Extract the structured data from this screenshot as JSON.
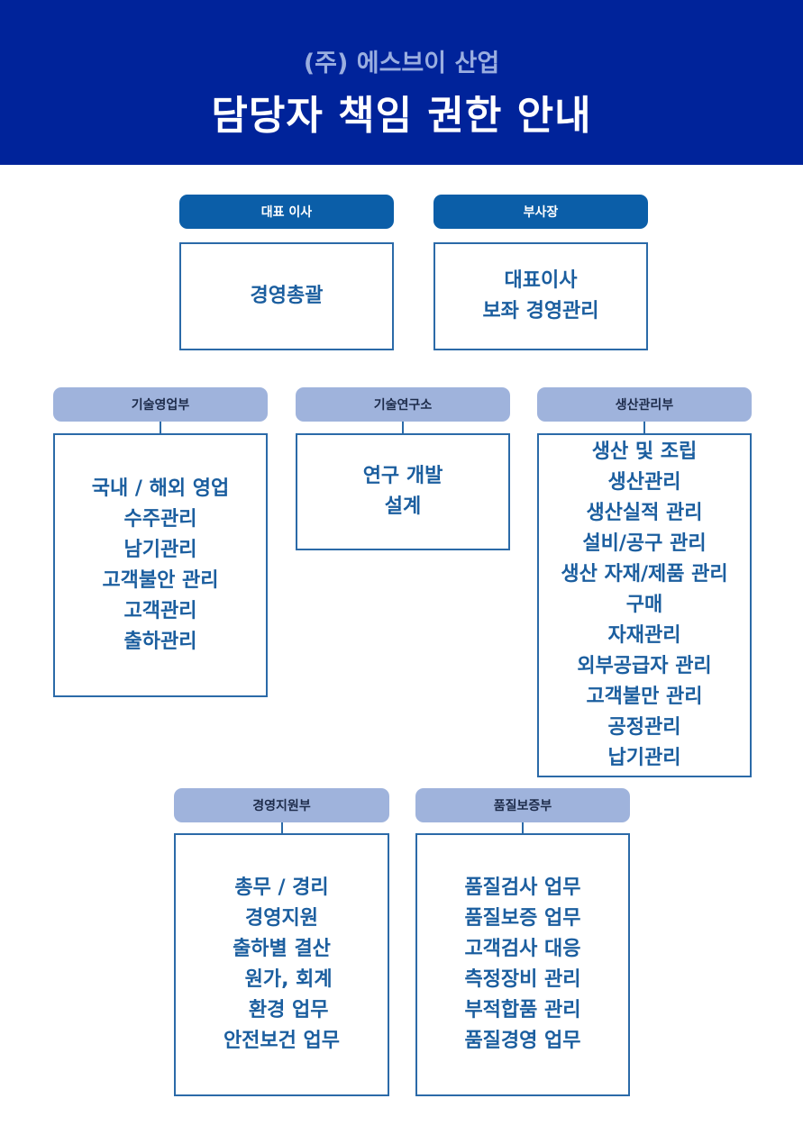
{
  "header": {
    "company": "(주) 에스브이 산업",
    "title": "담당자 책임 권한 안내"
  },
  "colors": {
    "header_bg": "#00239a",
    "top_badge": "#0b5ea8",
    "dept_badge": "#9fb3dc",
    "text": "#1b5e9f"
  },
  "executives": [
    {
      "role": "대표 이사",
      "duties": [
        "경영총괄"
      ]
    },
    {
      "role": "부사장",
      "duties": [
        "대표이사",
        "보좌 경영관리"
      ]
    }
  ],
  "departments": [
    {
      "name": "기술영업부",
      "duties": [
        "국내 / 해외 영업",
        "수주관리",
        "남기관리",
        "고객불안 관리",
        "고객관리",
        "출하관리"
      ]
    },
    {
      "name": "기술연구소",
      "duties": [
        "연구 개발",
        "설계"
      ]
    },
    {
      "name": "생산관리부",
      "duties": [
        "생산 및 조립",
        "생산관리",
        "생산실적 관리",
        "설비/공구 관리",
        "생산 자재/제품 관리",
        "구매",
        "자재관리",
        "외부공급자 관리",
        "고객불만 관리",
        "공정관리",
        "납기관리"
      ]
    },
    {
      "name": "경영지원부",
      "duties": [
        "총무 / 경리",
        "경영지원",
        "출하별 결산",
        "  원가, 회계",
        "  환경 업무",
        "안전보건 업무"
      ]
    },
    {
      "name": "품질보증부",
      "duties": [
        "품질검사 업무",
        "품질보증 업무",
        "고객검사 대응",
        "측정장비 관리",
        "부적합품 관리",
        "품질경영 업무"
      ]
    }
  ]
}
